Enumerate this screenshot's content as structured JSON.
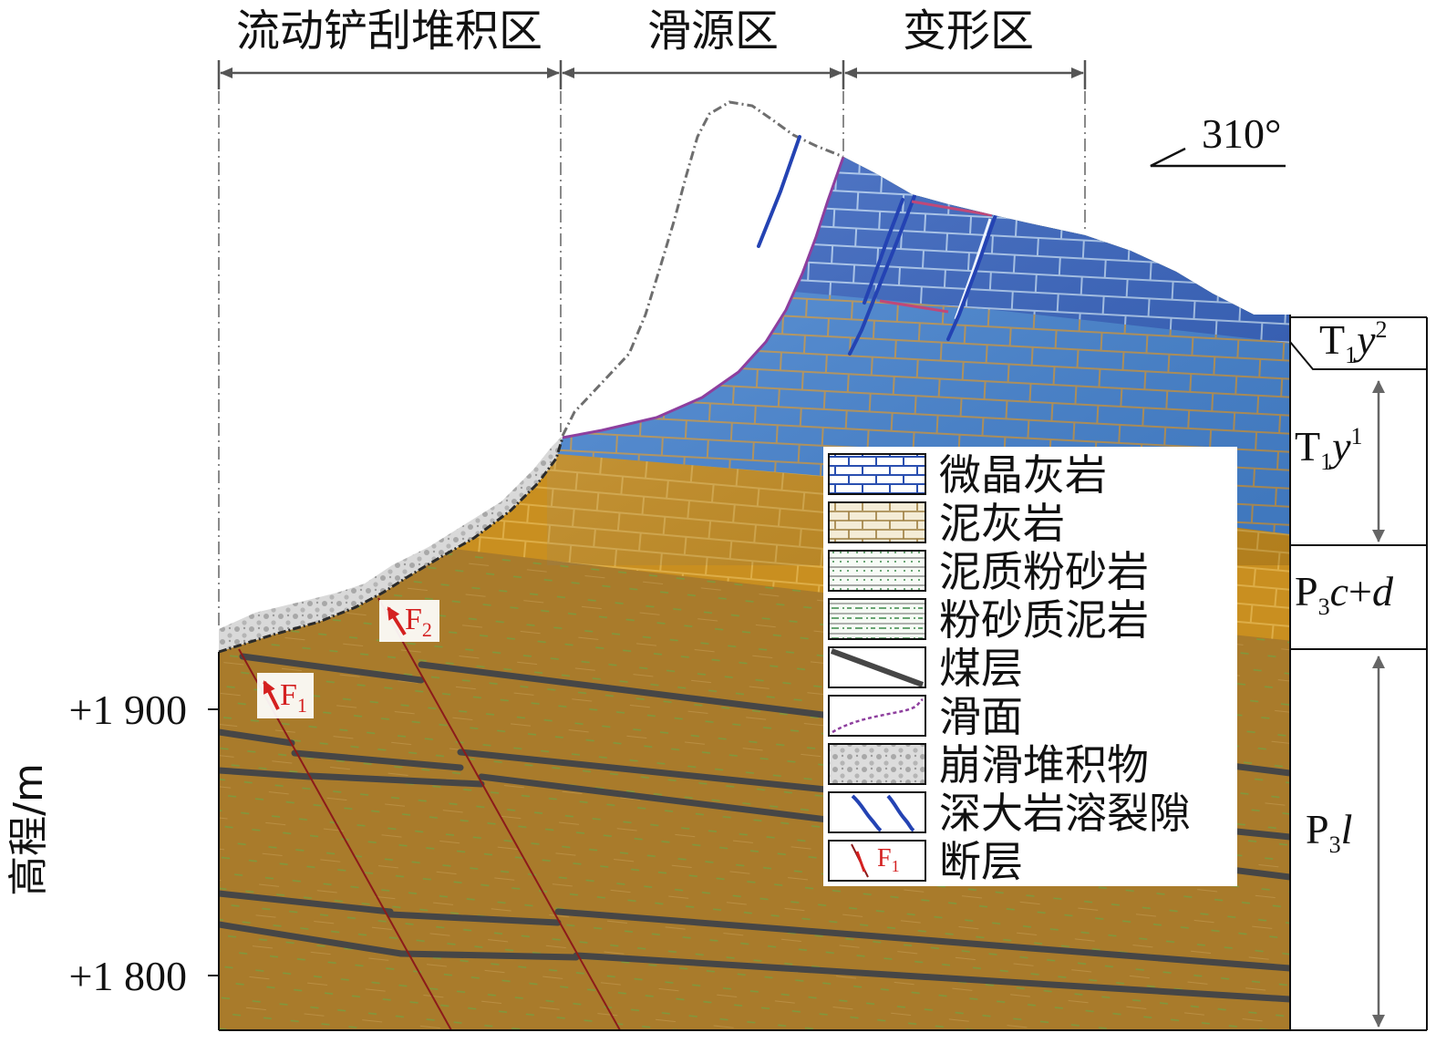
{
  "zones": [
    {
      "label": "流动铲刮堆积区"
    },
    {
      "label": "滑源区"
    },
    {
      "label": "变形区"
    }
  ],
  "direction": {
    "label": "310°"
  },
  "y_axis": {
    "label": "高程/m",
    "ticks": [
      "+1 900",
      "+1 800"
    ]
  },
  "strata": {
    "t1y2": {
      "main": "T",
      "sub": "1",
      "var": "y",
      "sup": "2"
    },
    "t1y1": {
      "main": "T",
      "sub": "1",
      "var": "y",
      "sup": "1"
    },
    "p3cd": {
      "main": "P",
      "sub": "3",
      "var": "c",
      "op": "+",
      "var2": "d"
    },
    "p3l": {
      "main": "P",
      "sub": "3",
      "var": "l"
    }
  },
  "faults": [
    {
      "letter": "F",
      "sub": "1"
    },
    {
      "letter": "F",
      "sub": "2"
    }
  ],
  "legend": {
    "items": [
      {
        "label": "微晶灰岩"
      },
      {
        "label": "泥灰岩"
      },
      {
        "label": "泥质粉砂岩"
      },
      {
        "label": "粉砂质泥岩"
      },
      {
        "label": "煤层"
      },
      {
        "label": "滑面"
      },
      {
        "label": "崩滑堆积物"
      },
      {
        "label": "深大岩溶裂隙"
      },
      {
        "label": "断层"
      }
    ],
    "fault_sample": {
      "letter": "F",
      "sub": "1"
    }
  },
  "colors": {
    "t1y2": "#3563c2",
    "t1y1": "#4686d6",
    "p3cd": "#c98f20",
    "p3l": "#a97b2b",
    "debris": "#d9d9d9",
    "slip_surface": "#8e3f9e",
    "fault_label": "#d42020",
    "fracture": "#2443b3",
    "coal": "#464646"
  }
}
